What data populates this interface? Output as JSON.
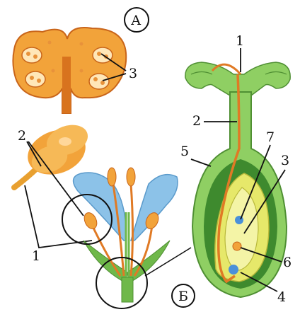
{
  "panel_labels": {
    "a": "А",
    "b": "Б"
  },
  "labels": {
    "anther_locules": "3",
    "anther_left": "2",
    "filament_left": "1",
    "stigma": "1",
    "style": "2",
    "ovary_wall": "5",
    "central_cell": "7",
    "synergids": "3",
    "egg_cell": "6",
    "antipodals": "4"
  },
  "colors": {
    "pollen_orange": "#f2a33a",
    "pollen_dark": "#d8731e",
    "pistil_green": "#6fb84a",
    "ovary_dark_green": "#3e8a2e",
    "ovule_yellow": "#e6e86a",
    "petal_blue": "#8cc2e8",
    "pollen_tube": "#e07a25",
    "cell_blue": "#4a90d9"
  }
}
